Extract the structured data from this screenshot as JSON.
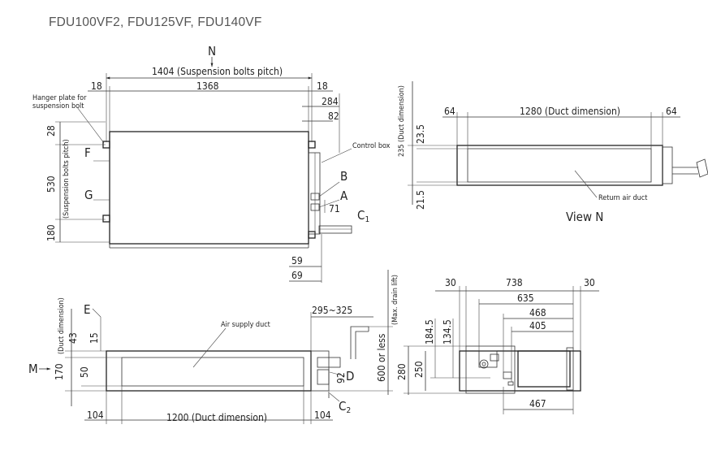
{
  "title": "FDU100VF2, FDU125VF, FDU140VF",
  "top_view": {
    "arrow_n": "N",
    "pitch_label": "1404 (Suspension bolts pitch)",
    "dim_1368": "1368",
    "dim_18_left": "18",
    "dim_18_right": "18",
    "dim_284": "284",
    "dim_82": "82",
    "hanger_label_1": "Hanger plate for",
    "hanger_label_2": "suspension bolt",
    "dim_28": "28",
    "dim_530": "530",
    "pitch_vertical": "(Suspension bolts pitch)",
    "dim_180": "180",
    "label_f": "F",
    "label_g": "G",
    "control_box": "Control box",
    "label_b": "B",
    "label_a": "A",
    "dim_71": "71",
    "label_c1": "C",
    "label_c1_sub": "1",
    "dim_59": "59",
    "dim_69": "69"
  },
  "view_n": {
    "duct_dim_vertical": "235 (Duct dimension)",
    "dim_64_left": "64",
    "duct_1280": "1280 (Duct dimension)",
    "dim_64_right": "64",
    "dim_23_5": "23.5",
    "dim_21_5": "21.5",
    "return_air": "Return air duct",
    "view_label": "View N"
  },
  "front_view": {
    "duct_dim_vertical": "(Duct dimension)",
    "label_e": "E",
    "dim_43": "43",
    "dim_15": "15",
    "arrow_m": "M",
    "dim_170": "170",
    "dim_50": "50",
    "air_supply": "Air supply duct",
    "dim_295_325": "295~325",
    "max_drain": "(Max. drain lift)",
    "dim_600": "600 or less",
    "dim_92": "92",
    "label_d": "D",
    "label_c2": "C",
    "label_c2_sub": "2",
    "dim_104_left": "104",
    "duct_1200": "1200 (Duct dimension)",
    "dim_104_right": "104"
  },
  "side_view": {
    "dim_30_left": "30",
    "dim_738": "738",
    "dim_30_right": "30",
    "dim_635": "635",
    "dim_468": "468",
    "dim_405": "405",
    "dim_184_5": "184.5",
    "dim_134_5": "134.5",
    "dim_280": "280",
    "dim_250": "250",
    "dim_467": "467"
  }
}
